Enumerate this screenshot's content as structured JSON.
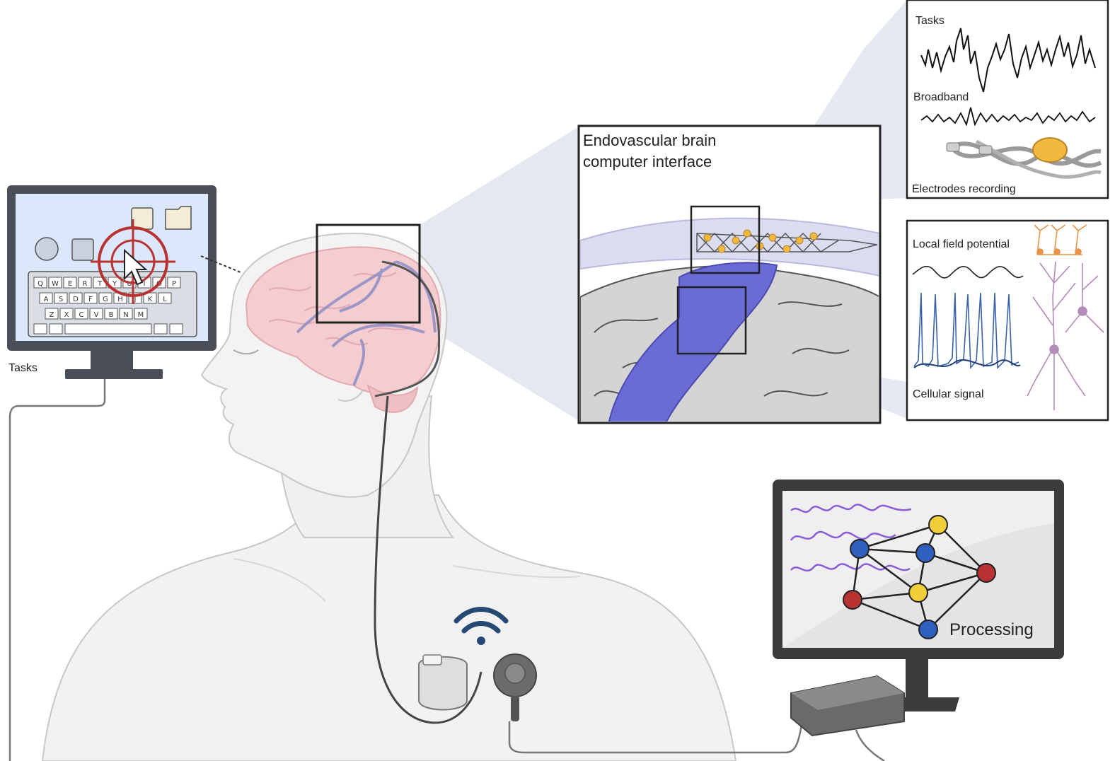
{
  "labels": {
    "tasks_monitor": "Tasks",
    "bci_title_line1": "Endovascular brain",
    "bci_title_line2": "computer interface",
    "tasks_panel": "Tasks",
    "broadband": "Broadband",
    "electrodes_recording": "Electrodes recording",
    "local_field_potential": "Local field potential",
    "cellular_signal": "Cellular signal",
    "processing": "Processing"
  },
  "keyboard": {
    "row1": [
      "Q",
      "W",
      "E",
      "R",
      "T",
      "Y",
      "U",
      "I",
      "O",
      "P"
    ],
    "row2": [
      "A",
      "S",
      "D",
      "F",
      "G",
      "H",
      "J",
      "K",
      "L"
    ],
    "row3": [
      "Z",
      "X",
      "C",
      "V",
      "B",
      "N",
      "M"
    ]
  },
  "colors": {
    "vessel": "#6b6bd6",
    "brain": "#f4cdd0",
    "target": "#b83232",
    "node_blue": "#2f5fbf",
    "node_yellow": "#f2cf3a",
    "node_red": "#b83232",
    "wave_purple": "#8a5cd6",
    "signal_blue": "#3a62a8",
    "neuron_purple": "#b48ab8",
    "neuron_orange": "#e8924a",
    "wifi": "#274a74"
  }
}
